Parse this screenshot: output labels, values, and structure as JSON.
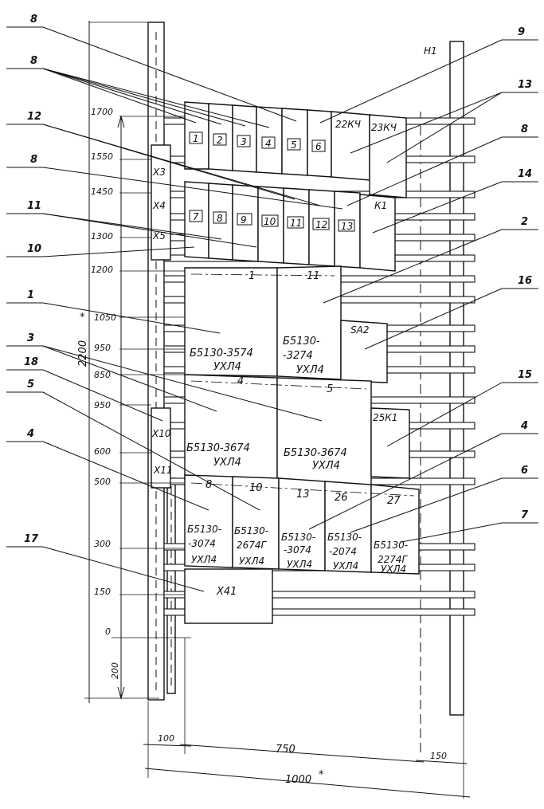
{
  "sheet_label": "Н1",
  "dimension_labels": {
    "levels": [
      "1700",
      "1550",
      "1450",
      "1300",
      "1200",
      "1050",
      "950",
      "850",
      "950",
      "600",
      "500",
      "300",
      "150",
      "0"
    ],
    "total_height": "2200",
    "bottom_offset": "200",
    "left_offset": "100",
    "middle_width": "750",
    "right_offset": "150",
    "total_width": "1000"
  },
  "ref_numbers": [
    "8",
    "8",
    "12",
    "8",
    "11",
    "10",
    "1",
    "3",
    "18",
    "5",
    "4",
    "17",
    "9",
    "13",
    "8",
    "14",
    "2",
    "16",
    "15",
    "4",
    "6",
    "7"
  ],
  "top_row": {
    "boxes": [
      "1",
      "2",
      "3",
      "4",
      "5",
      "6"
    ],
    "extra": [
      "22КЧ",
      "23КЧ"
    ]
  },
  "second_row": {
    "boxes": [
      "7",
      "8",
      "9",
      "10",
      "11",
      "12",
      "13"
    ],
    "extra": "К1"
  },
  "left_terminals": {
    "upper": [
      "Х3",
      "Х4",
      "Х5"
    ],
    "lower": [
      "Х10",
      "Х11"
    ]
  },
  "block_row_1": {
    "pos": [
      "1",
      "11"
    ],
    "model": [
      "Б5130-3574",
      "Б5130-",
      "-3274"
    ],
    "climate": [
      "УХЛ4",
      "УХЛ4"
    ],
    "side": "SA2"
  },
  "block_row_2": {
    "pos": [
      "4",
      "5"
    ],
    "model": [
      "Б5130-3674",
      "Б5130-3674"
    ],
    "climate": [
      "УХЛ4",
      "УХЛ4"
    ],
    "side": "25К1"
  },
  "block_row_3": {
    "pos": [
      "8",
      "10",
      "13",
      "26",
      "27"
    ],
    "line1": [
      "Б5130-",
      "Б5130-",
      "Б5130-",
      "Б5130-",
      "Б5130-"
    ],
    "line2": [
      "-3074",
      "2674Г",
      "-3074",
      "-2074",
      "2274Г"
    ],
    "climate": [
      "УХЛ4",
      "УХЛ4",
      "УХЛ4",
      "УХЛ4",
      "УХЛ4"
    ]
  },
  "bottom_block": "Х41"
}
